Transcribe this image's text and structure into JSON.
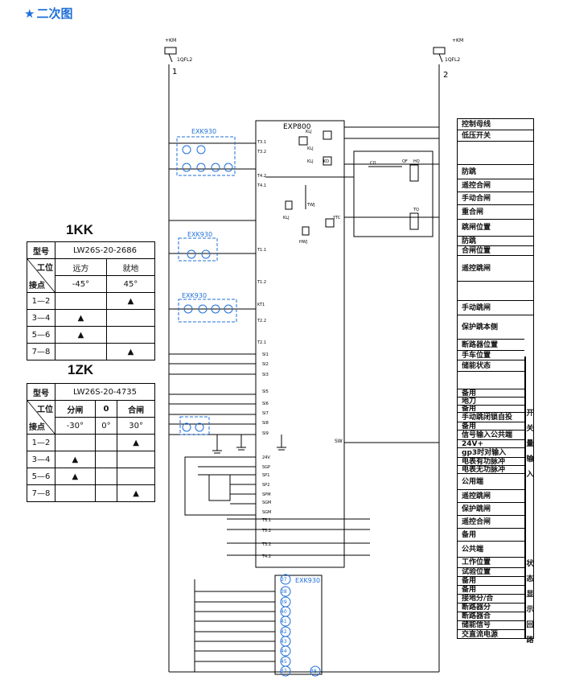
{
  "heading": {
    "star": "★",
    "text": "二次图"
  },
  "switch_1kk": {
    "title": "1KK",
    "model_label": "型号",
    "model_value": "LW26S-20-2686",
    "position_label": "工位",
    "contact_label": "接点",
    "pos_left": "远方",
    "pos_right": "就地",
    "angle_left": "-45°",
    "angle_right": "45°",
    "rows": [
      {
        "contact": "1—2",
        "left": "",
        "right": "▲"
      },
      {
        "contact": "3—4",
        "left": "▲",
        "right": ""
      },
      {
        "contact": "5—6",
        "left": "▲",
        "right": ""
      },
      {
        "contact": "7—8",
        "left": "",
        "right": "▲"
      }
    ]
  },
  "switch_1zk": {
    "title": "1ZK",
    "model_label": "型号",
    "model_value": "LW26S-20-4735",
    "position_label": "工位",
    "contact_label": "接点",
    "pos_left": "分闸",
    "pos_mid": "0",
    "pos_right": "合闸",
    "angle_left": "-30°",
    "angle_mid": "0°",
    "angle_right": "30°",
    "rows": [
      {
        "contact": "1—2",
        "left": "",
        "mid": "",
        "right": "▲"
      },
      {
        "contact": "3—4",
        "left": "▲",
        "mid": "",
        "right": ""
      },
      {
        "contact": "5—6",
        "left": "▲",
        "mid": "",
        "right": ""
      },
      {
        "contact": "7—8",
        "left": "",
        "mid": "",
        "right": "▲"
      }
    ]
  },
  "diagram": {
    "bus_left_label": "+KM",
    "bus_left_breaker": "1QFL2",
    "bus_left_num": "1",
    "bus_right_label": "+KM",
    "bus_right_breaker": "1QFL2",
    "bus_right_num": "2",
    "device_main": "EXP800",
    "device_exk_1": "EXK930",
    "device_exk_2": "EXK930",
    "device_exk_3": "EXK930",
    "device_exk_bottom": "EXK930",
    "terminals_top": [
      "T3.1",
      "T3.2",
      "T4.2",
      "T4.1",
      "T1.1",
      "T1.2",
      "KT1",
      "T2.2",
      "T2.1"
    ],
    "terminals_si": [
      "SI1",
      "SI2",
      "SI3",
      "SI5",
      "SI6",
      "SI7",
      "SI8",
      "SI9"
    ],
    "terminals_pwr": [
      "24V",
      "SGP",
      "SP1",
      "SP2",
      "SPM",
      "SGM",
      "SGM"
    ],
    "terminals_out": [
      "T5.1",
      "T5.2",
      "T3.2",
      "T4.2"
    ],
    "relay_labels": [
      "KLJ",
      "KLJ",
      "KLJ",
      "KD",
      "TWJ",
      "HWJ",
      "KLJ",
      "YTC",
      "HQ",
      "TQ",
      "CQ",
      "QF"
    ],
    "bottom_terminals": [
      "37",
      "38",
      "39",
      "40",
      "41",
      "42",
      "43",
      "44",
      "45",
      "47",
      "48"
    ],
    "sw_label": "SW"
  },
  "side_panel": {
    "rows": [
      "控制母线",
      "低压开关",
      "",
      "防跳",
      "遥控合闸",
      "手动合闸",
      "重合闸",
      "跳闸位置",
      "防跳",
      "合闸位置",
      "遥控跳闸",
      "",
      "手动跳闸",
      "保护跳本侧",
      "断路器位置",
      "手车位置",
      "储能状态",
      "",
      "备用",
      "地刀",
      "备用",
      "手动跳闭锁自投",
      "备用",
      "信号输入公共端",
      "24V+",
      "gp3时对输入",
      "电表有功脉冲",
      "电表无功脉冲",
      "公用端",
      "遥控跳闸",
      "保护跳闸",
      "遥控合闸",
      "备用",
      "公共端",
      "工作位置",
      "试验位置",
      "备用",
      "备用",
      "接地分/合",
      "断路器分",
      "断路器合",
      "储能信号",
      "交直流电源"
    ],
    "group1_label": [
      "开",
      "关",
      "量",
      "输",
      "入"
    ],
    "group2_label": [
      "状",
      "态",
      "显",
      "示",
      "回",
      "路"
    ]
  }
}
